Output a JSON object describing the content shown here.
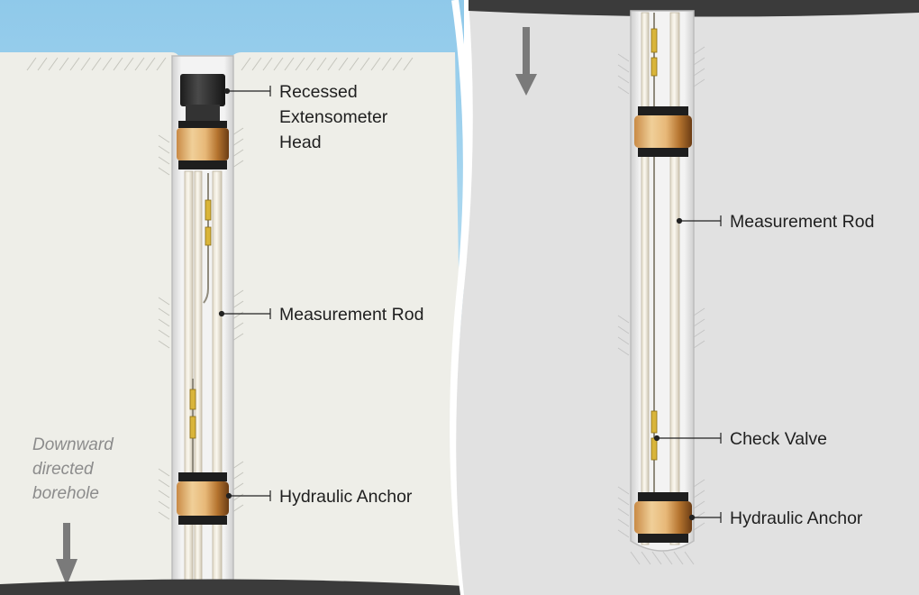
{
  "left_panel": {
    "labels": {
      "head": [
        "Recessed",
        "Extensometer",
        "Head"
      ],
      "rod": "Measurement Rod",
      "anchor": "Hydraulic Anchor"
    },
    "note": [
      "Downward",
      "directed",
      "borehole"
    ]
  },
  "right_panel": {
    "labels": {
      "rod": "Measurement Rod",
      "valve": "Check Valve",
      "anchor": "Hydraulic Anchor"
    }
  },
  "colors": {
    "sky": "#a9d6ee",
    "rock_left": "#eeeee8",
    "rock_right": "#e1e1e1",
    "borehole": "#f2f2f2",
    "anchor_band": "#d8a060",
    "cap": "#2a2a2a",
    "valve": "#d9b53a",
    "arrow": "#7a7a7a"
  }
}
